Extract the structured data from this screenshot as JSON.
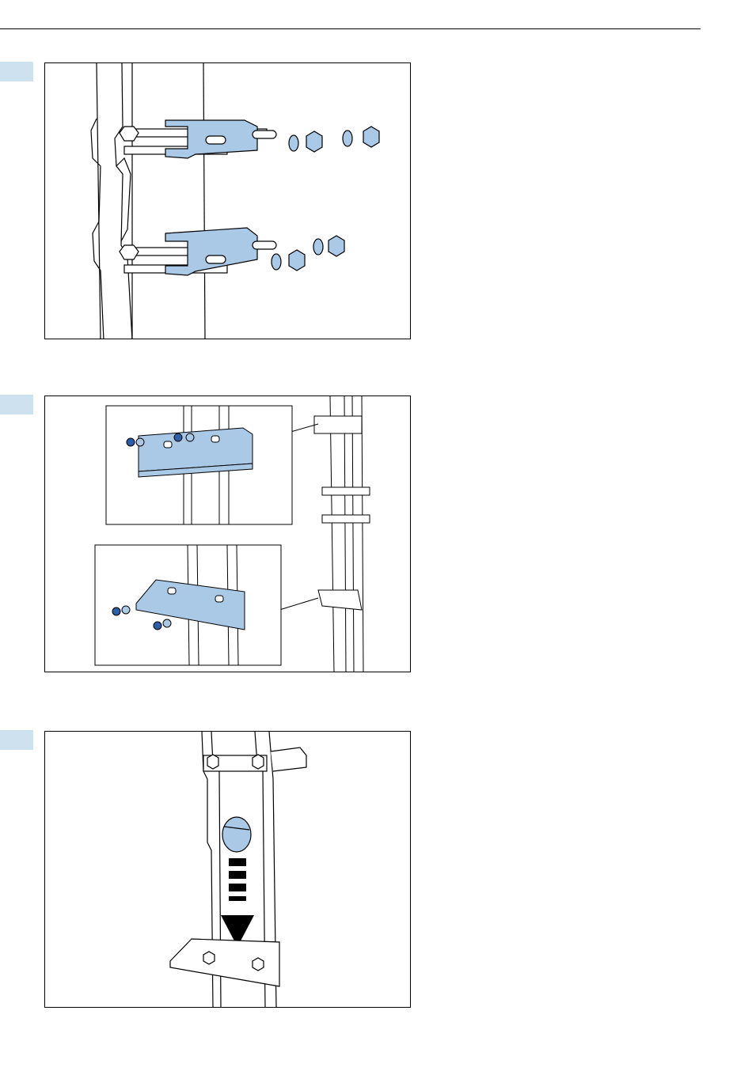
{
  "colors": {
    "step_tab": "#cde2ee",
    "part_fill": "#a9c9e6",
    "nut_dark": "#2c5fa8",
    "line": "#000000"
  },
  "figures": [
    {
      "name": "figure-1",
      "depicts": [
        "vertical-pipe",
        "u-bolt",
        "bracket",
        "washer",
        "nut"
      ]
    },
    {
      "name": "figure-2",
      "depicts": [
        "pipe-mount-assembly",
        "top-bracket-detail",
        "bottom-bracket-detail"
      ]
    },
    {
      "name": "figure-3",
      "depicts": [
        "pipe",
        "sensor-disk",
        "arrow-down",
        "bottom-bracket"
      ]
    }
  ]
}
